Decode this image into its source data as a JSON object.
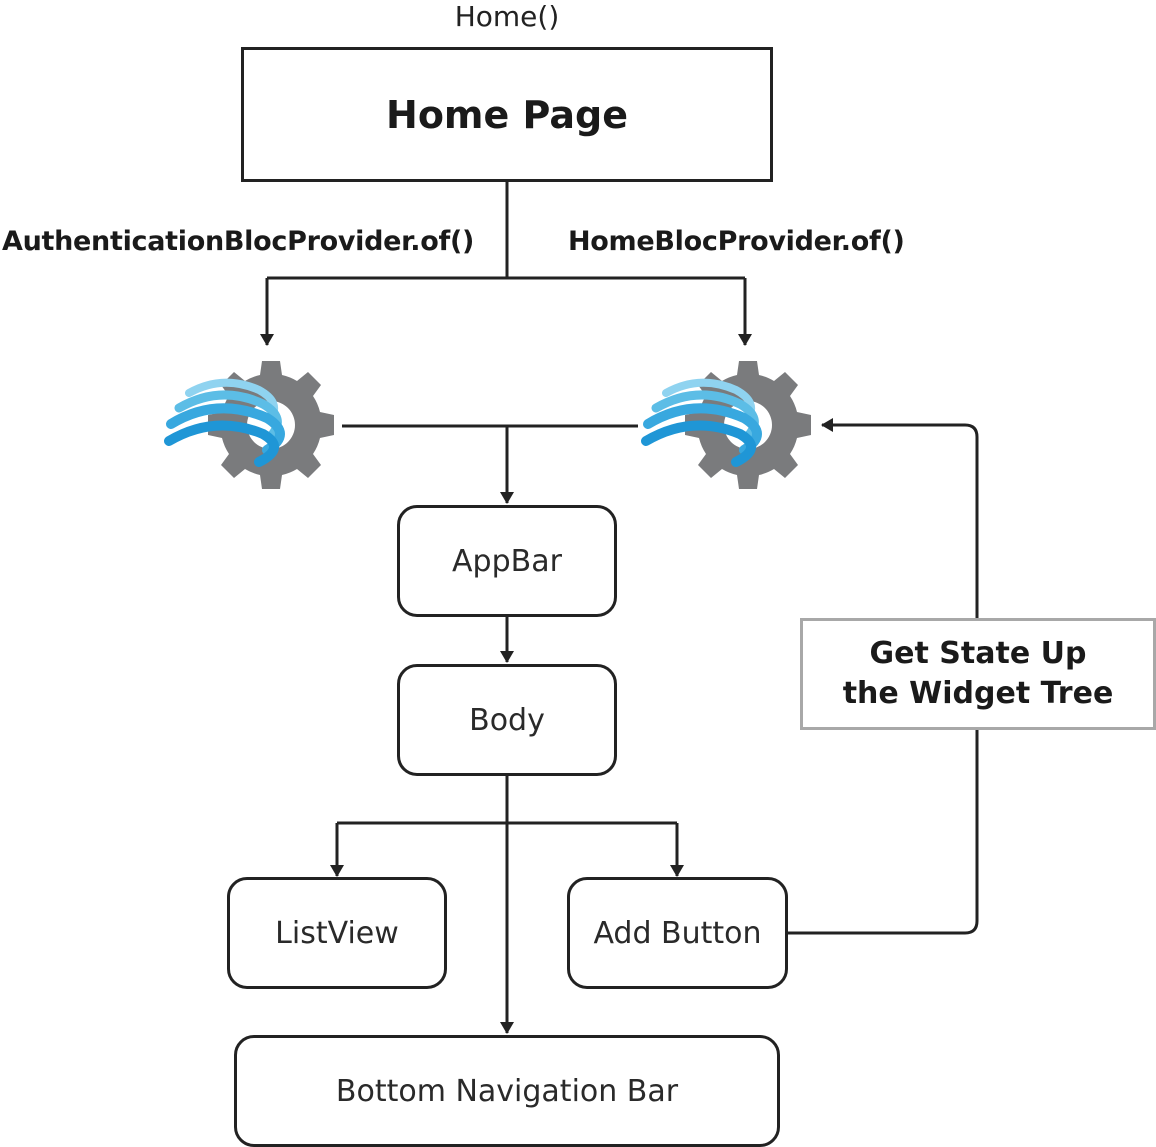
{
  "caption": "Home()",
  "title_box": "Home Page",
  "providers": {
    "left_label": "AuthenticationBlocProvider.of()",
    "right_label": "HomeBlocProvider.of()",
    "icon": "bloc-gear-icon"
  },
  "nodes": {
    "appbar": "AppBar",
    "body": "Body",
    "listview": "ListView",
    "add_button": "Add Button",
    "bottom_nav": "Bottom Navigation Bar"
  },
  "note": {
    "line1": "Get State Up",
    "line2": "the Widget Tree"
  },
  "colors": {
    "stroke": "#222222",
    "gear": "#7a7b7d",
    "wave_dark": "#1f96d6",
    "wave_light": "#8fd3f0",
    "note_border": "#a8a8a8"
  }
}
